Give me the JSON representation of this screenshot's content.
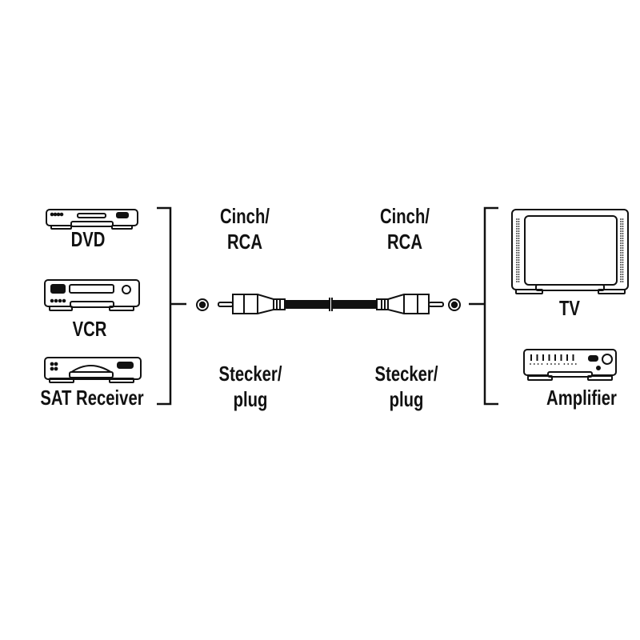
{
  "sources": [
    {
      "label": "DVD",
      "icon": "dvd-player-icon"
    },
    {
      "label": "VCR",
      "icon": "vcr-icon"
    },
    {
      "label": "SAT Receiver",
      "icon": "sat-receiver-icon"
    }
  ],
  "destinations": [
    {
      "label": "TV",
      "icon": "tv-icon"
    },
    {
      "label": "Amplifier",
      "icon": "amplifier-icon"
    }
  ],
  "left_connector": {
    "line1": "Cinch/",
    "line2": "RCA",
    "plug_line1": "Stecker/",
    "plug_line2": "plug"
  },
  "right_connector": {
    "line1": "Cinch/",
    "line2": "RCA",
    "plug_line1": "Stecker/",
    "plug_line2": "plug"
  },
  "colors": {
    "ink": "#111111",
    "background": "#ffffff"
  }
}
